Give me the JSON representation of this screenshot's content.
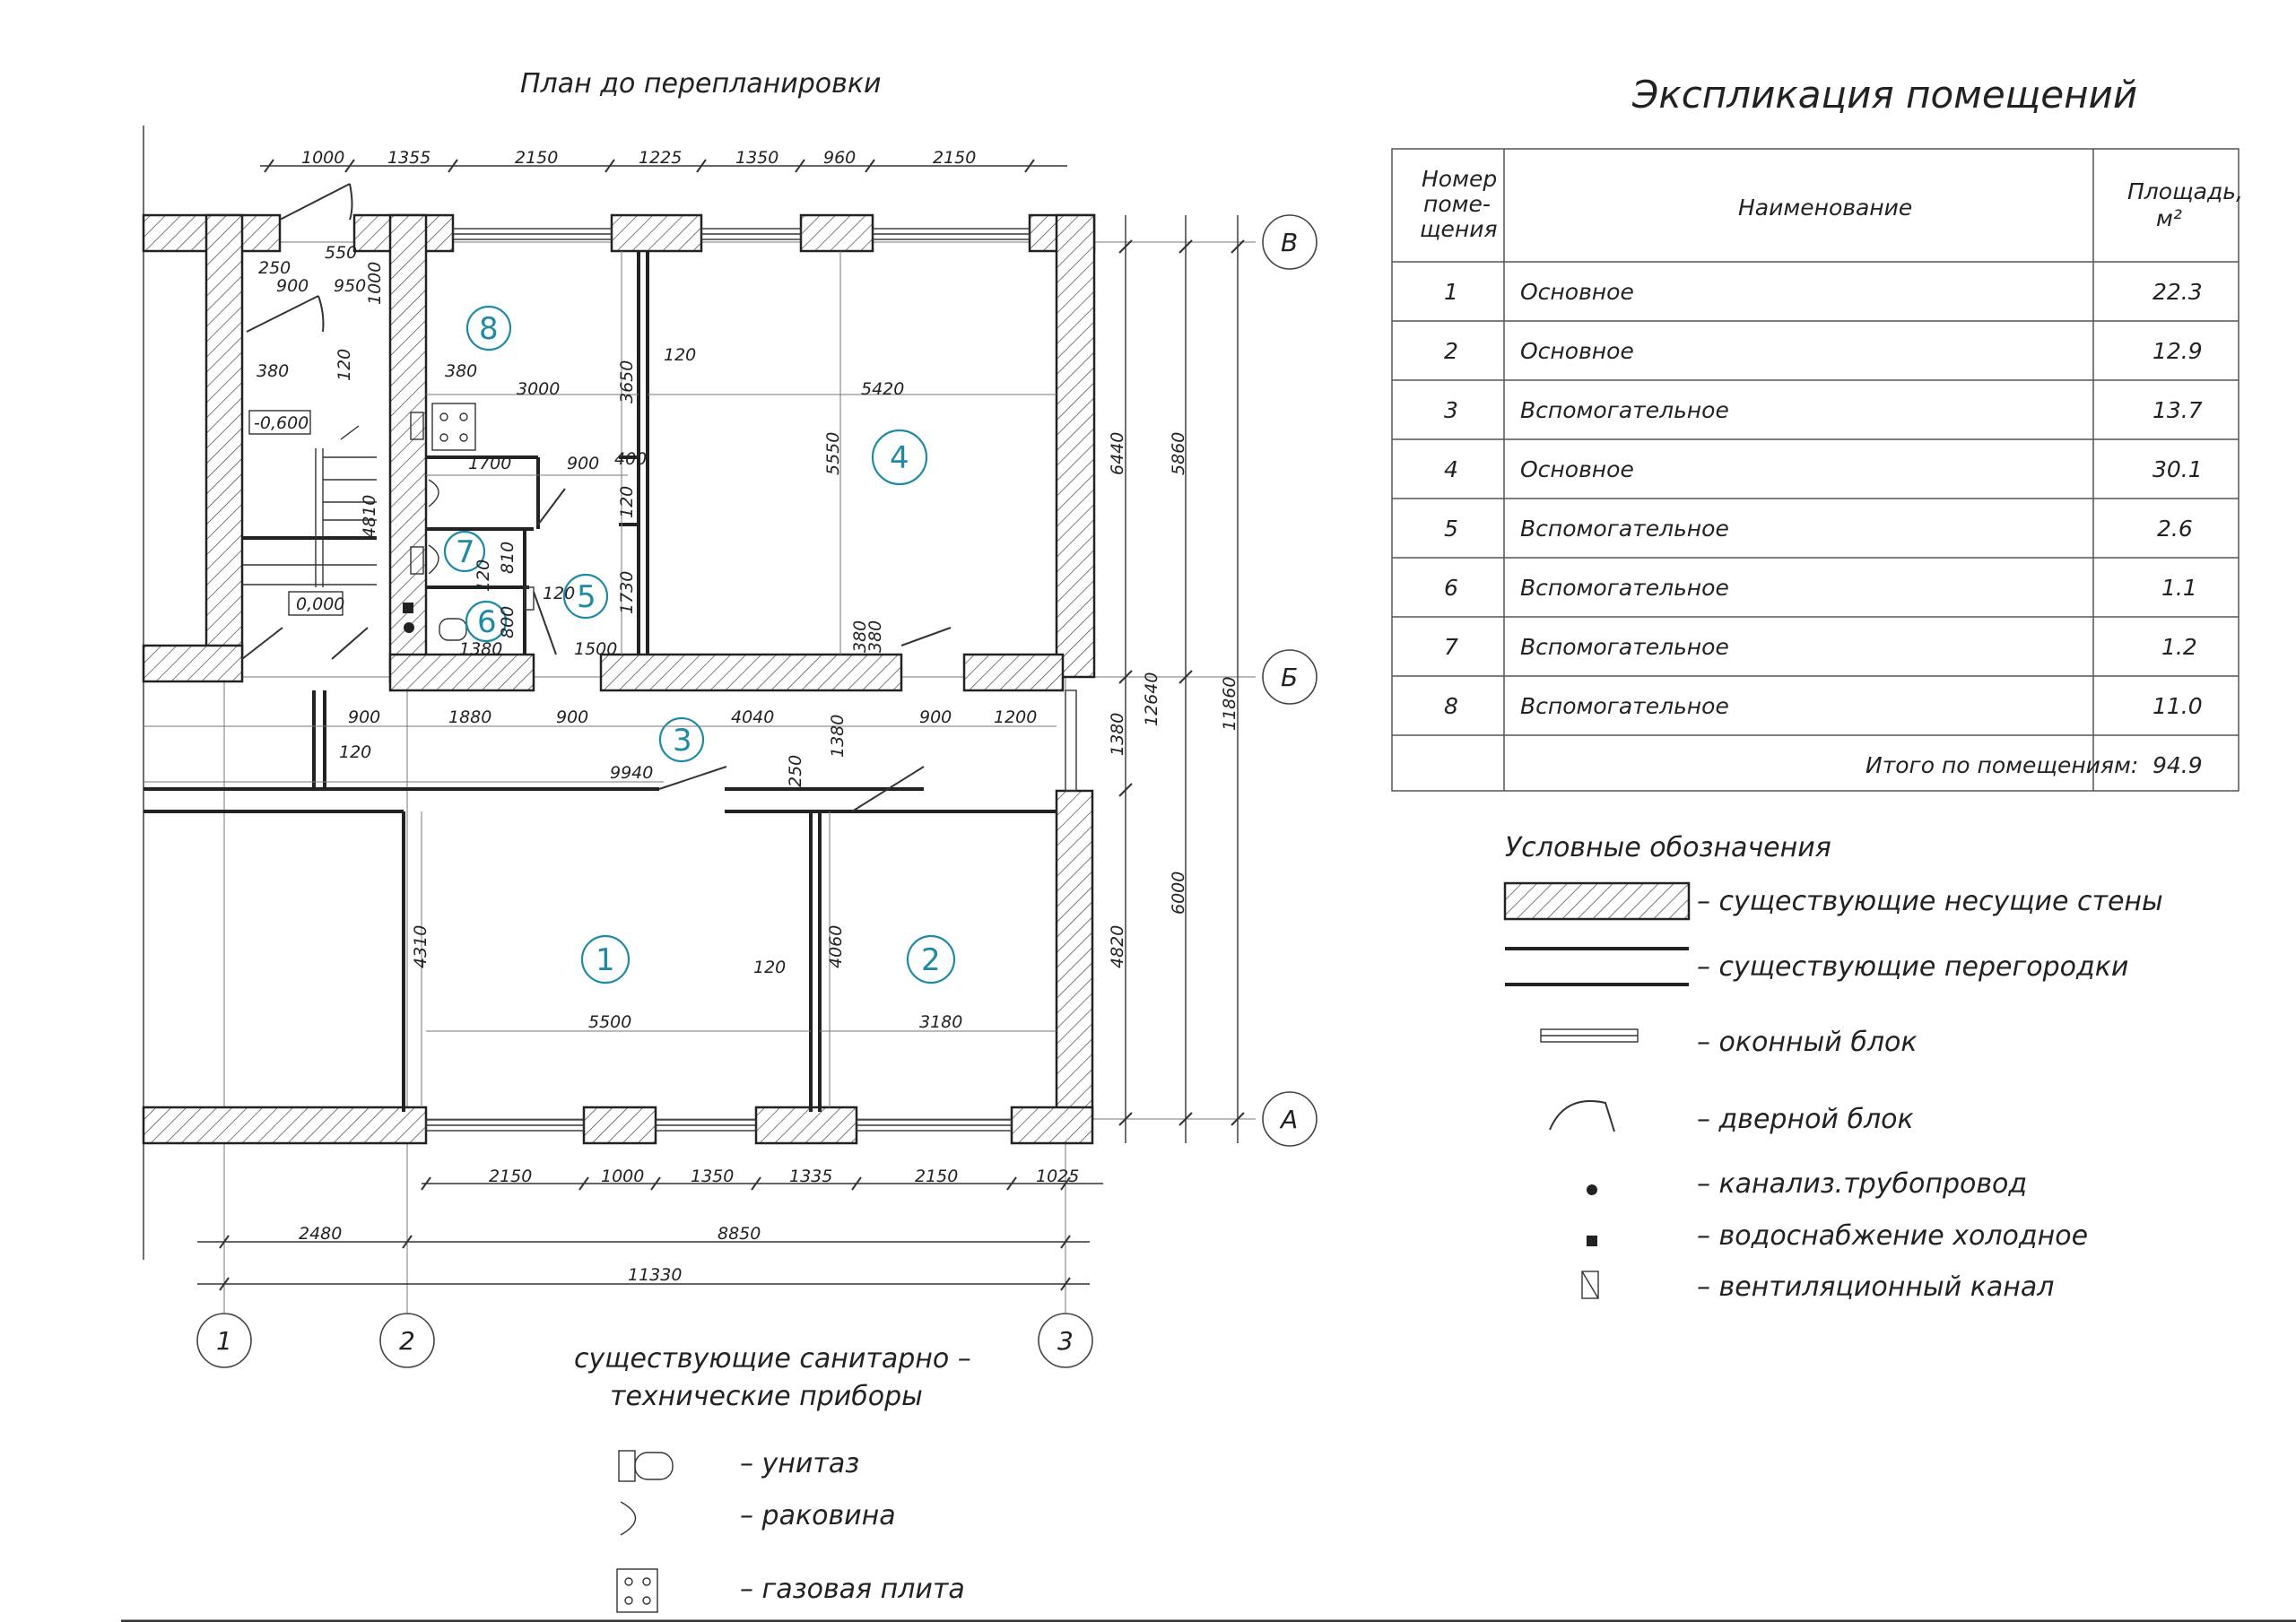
{
  "plan": {
    "title": "План до перепланировки",
    "dims_top": [
      "1000",
      "1355",
      "2150",
      "1225",
      "1350",
      "960",
      "2150"
    ],
    "dims_bottom": [
      "2150",
      "1000",
      "1350",
      "1335",
      "2150",
      "1025"
    ],
    "dims_axes": [
      "2480",
      "8850"
    ],
    "dims_total": "11330",
    "dims_right": [
      "6440",
      "5860",
      "12640",
      "11860",
      "1380",
      "6000",
      "4820"
    ],
    "dims_inner": {
      "d550": "550",
      "d250": "250",
      "d900a": "900",
      "d950": "950",
      "d1000v": "1000",
      "d380a": "380",
      "d120a": "120",
      "d380b": "380",
      "d3000": "3000",
      "d3650": "3650",
      "d120b": "120",
      "d5420": "5420",
      "d5550": "5550",
      "d1700": "1700",
      "d900b": "900",
      "d400": "400",
      "d120c": "120",
      "d4810": "4810",
      "d120d": "120",
      "d810": "810",
      "d120e": "120",
      "d1730": "1730",
      "d800": "800",
      "d1380a": "1380",
      "d1500": "1500",
      "d380c": "380",
      "d380d": "380",
      "d900c": "900",
      "d1880": "1880",
      "d900d": "900",
      "d4040": "4040",
      "d900e": "900",
      "d1200": "1200",
      "d120f": "120",
      "d9940": "9940",
      "d250b": "250",
      "d1380b": "1380",
      "d4310": "4310",
      "d4060": "4060",
      "d120g": "120",
      "d5500": "5500",
      "d3180": "3180"
    },
    "levels": [
      "-0,600",
      "0,000"
    ],
    "rooms": [
      "1",
      "2",
      "3",
      "4",
      "5",
      "6",
      "7",
      "8"
    ],
    "axes": [
      "1",
      "2",
      "3",
      "А",
      "Б",
      "В"
    ]
  },
  "table": {
    "title": "Экспликация помещений",
    "headers": [
      "Номер поме-щения",
      "Наименование",
      "Площадь, м²"
    ],
    "header_lines": {
      "num": [
        "Номер",
        "поме-",
        "щения"
      ],
      "area": [
        "Площадь,",
        "м²"
      ]
    },
    "rows": [
      {
        "num": "1",
        "name": "Основное",
        "area": "22.3"
      },
      {
        "num": "2",
        "name": "Основное",
        "area": "12.9"
      },
      {
        "num": "3",
        "name": "Вспомогательное",
        "area": "13.7"
      },
      {
        "num": "4",
        "name": "Основное",
        "area": "30.1"
      },
      {
        "num": "5",
        "name": "Вспомогательное",
        "area": "2.6"
      },
      {
        "num": "6",
        "name": "Вспомогательное",
        "area": "1.1"
      },
      {
        "num": "7",
        "name": "Вспомогательное",
        "area": "1.2"
      },
      {
        "num": "8",
        "name": "Вспомогательное",
        "area": "11.0"
      }
    ],
    "total_label": "Итого по помещениям:",
    "total_value": "94.9"
  },
  "legend": {
    "title": "Условные обозначения",
    "items": [
      "– существующие несущие стены",
      "– существующие перегородки",
      "– оконный блок",
      "– дверной блок",
      "– канализ.трубопровод",
      "– водоснабжение холодное",
      "– вентиляционный канал"
    ]
  },
  "fixtures": {
    "title_lines": [
      "существующие санитарно –",
      "технические приборы"
    ],
    "items": [
      "– унитаз",
      "– раковина",
      "– газовая плита"
    ]
  }
}
